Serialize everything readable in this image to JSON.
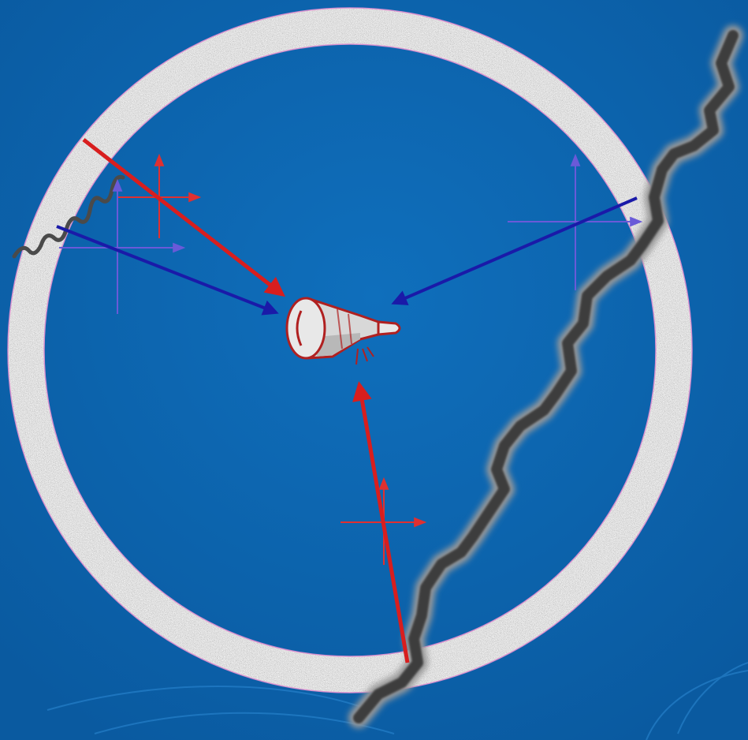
{
  "diagram": {
    "colors": {
      "background": "#0a63ad",
      "ring": "#a8a8a8",
      "ring_edge": "#e090d0",
      "red_ray": "#d81e1e",
      "blue_ray": "#1a1aa8",
      "red_axes": "#e03030",
      "blue_axes": "#6a5ad8",
      "crack": "#4a4a4a",
      "detector": "#b02020"
    },
    "elements": {
      "ring": "grainy-ring",
      "detector": "target-object-icon",
      "cracks": [
        "wavy-fracture-left",
        "jagged-crack-right"
      ],
      "rays": [
        "red-ray-upper-left",
        "blue-ray-left",
        "blue-ray-right",
        "red-ray-bottom"
      ],
      "axis_crosses": [
        "red-cross-upper-left",
        "blue-cross-left",
        "blue-cross-right",
        "red-cross-bottom"
      ]
    }
  }
}
